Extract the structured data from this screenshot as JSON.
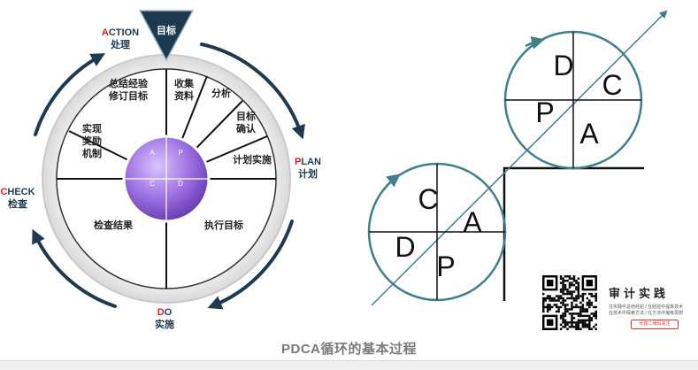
{
  "left_wheel": {
    "goal": "目标",
    "sectors": [
      "收集资料",
      "分析",
      "目标确认",
      "计划实施",
      "执行目标",
      "检查结果",
      "实现奖励机制",
      "总结经验修订目标"
    ],
    "hub_letters": [
      "A",
      "P",
      "C",
      "D"
    ],
    "stages": [
      {
        "letter": "A",
        "rest": "CTION",
        "cn": "处理"
      },
      {
        "letter": "P",
        "rest": "LAN",
        "cn": "计划"
      },
      {
        "letter": "D",
        "rest": "O",
        "cn": "实施"
      },
      {
        "letter": "C",
        "rest": "HECK",
        "cn": "检查"
      }
    ]
  },
  "right_diagram": {
    "upper_circle": [
      "D",
      "C",
      "P",
      "A"
    ],
    "lower_circle": [
      "C",
      "A",
      "D",
      "P"
    ]
  },
  "caption": "PDCA循环的基本过程",
  "qr_block": {
    "title": "审计实践",
    "tagline1": "在实践中总结经验 / 在经验中提炼技术",
    "tagline2": "在技术中探索方法 / 在方法中凝练思想",
    "button": "长按二维码关注"
  },
  "colors": {
    "accent_red": "#d81f26",
    "dark_navy": "#1e3a50",
    "hub_purple": "#9b6fe0",
    "ring_gray": "#e6e6e6",
    "circle_teal": "#3d7f8a"
  }
}
